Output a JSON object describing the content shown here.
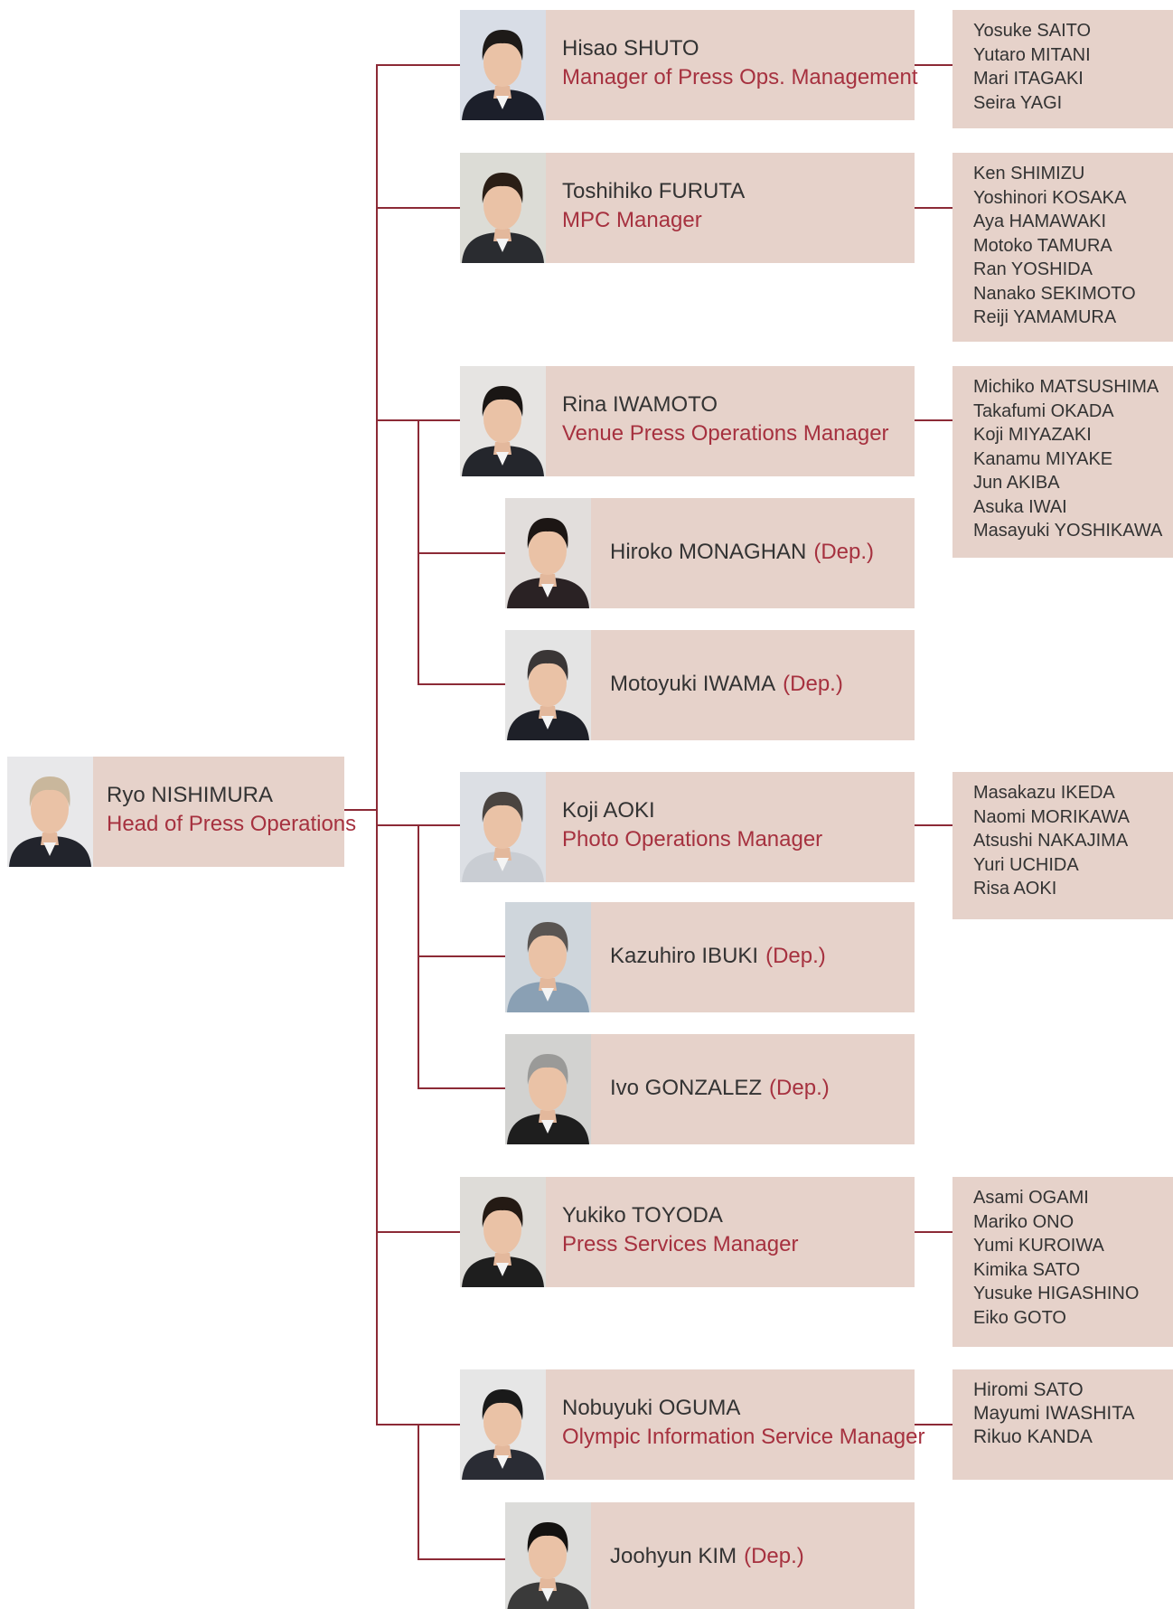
{
  "head": {
    "name": "Ryo NISHIMURA",
    "title": "Head of Press Operations"
  },
  "managers": [
    {
      "name": "Hisao SHUTO",
      "title": "Manager of Press Ops. Management",
      "photo_bg": "#d8dde6",
      "hair": "#1e1a18",
      "suit": "#1c1f2a",
      "team": [
        "Yosuke SAITO",
        "Yutaro MITANI",
        "Mari ITAGAKI",
        "Seira YAGI"
      ],
      "deputies": []
    },
    {
      "name": "Toshihiko FURUTA",
      "title": "MPC Manager",
      "photo_bg": "#dcdcd6",
      "hair": "#2a1e16",
      "suit": "#2a2c30",
      "team": [
        "Ken SHIMIZU",
        "Yoshinori KOSAKA",
        "Aya HAMAWAKI",
        "Motoko TAMURA",
        "Ran YOSHIDA",
        "Nanako SEKIMOTO",
        "Reiji YAMAMURA"
      ],
      "deputies": []
    },
    {
      "name": "Rina IWAMOTO",
      "title": "Venue Press Operations Manager",
      "photo_bg": "#e6e4e2",
      "hair": "#1a1614",
      "suit": "#24262c",
      "team": [
        "Michiko MATSUSHIMA",
        "Takafumi OKADA",
        "Koji MIYAZAKI",
        "Kanamu MIYAKE",
        "Jun AKIBA",
        "Asuka IWAI",
        "Masayuki YOSHIKAWA"
      ],
      "deputies": [
        {
          "name": "Hiroko MONAGHAN",
          "tag": "(Dep.)",
          "photo_bg": "#e2dedc",
          "hair": "#1c1614",
          "suit": "#2a2224"
        },
        {
          "name": "Motoyuki IWAMA",
          "tag": "(Dep.)",
          "photo_bg": "#e4e4e4",
          "hair": "#3a3636",
          "suit": "#1e2028"
        }
      ]
    },
    {
      "name": "Koji AOKI",
      "title": "Photo Operations Manager",
      "photo_bg": "#dcdfe4",
      "hair": "#4a4440",
      "suit": "#c9cdd3",
      "team": [
        "Masakazu IKEDA",
        "Naomi MORIKAWA",
        "Atsushi NAKAJIMA",
        "Yuri UCHIDA",
        "Risa AOKI"
      ],
      "deputies": [
        {
          "name": "Kazuhiro IBUKI",
          "tag": "(Dep.)",
          "photo_bg": "#cfd6dc",
          "hair": "#5a5552",
          "suit": "#8aa0b4"
        },
        {
          "name": "Ivo GONZALEZ",
          "tag": "(Dep.)",
          "photo_bg": "#d2d2d0",
          "hair": "#9a9a98",
          "suit": "#1e1e1e"
        }
      ]
    },
    {
      "name": "Yukiko TOYODA",
      "title": "Press Services Manager",
      "photo_bg": "#dedcd8",
      "hair": "#241a14",
      "suit": "#1e1e1e",
      "team": [
        "Asami OGAMI",
        "Mariko ONO",
        "Yumi KUROIWA",
        "Kimika SATO",
        "Yusuke HIGASHINO",
        "Eiko GOTO"
      ],
      "deputies": []
    },
    {
      "name": "Nobuyuki OGUMA",
      "title": "Olympic Information Service Manager",
      "photo_bg": "#e6e6e6",
      "hair": "#1a1a1a",
      "suit": "#2a2c34",
      "team": [
        "Hiromi SATO",
        "Mayumi IWASHITA",
        "Rikuo KANDA"
      ],
      "deputies": [
        {
          "name": "Joohyun KIM",
          "tag": "(Dep.)",
          "photo_bg": "#dcdcda",
          "hair": "#141210",
          "suit": "#3a3a3a"
        }
      ]
    }
  ],
  "colors": {
    "accent": "#8c2a36",
    "card": "#e6d2ca",
    "title_text": "#a6313f",
    "name_text": "#333333"
  },
  "head_photo": {
    "photo_bg": "#e8e8ea",
    "hair": "#c9b79c",
    "suit": "#22242c"
  }
}
